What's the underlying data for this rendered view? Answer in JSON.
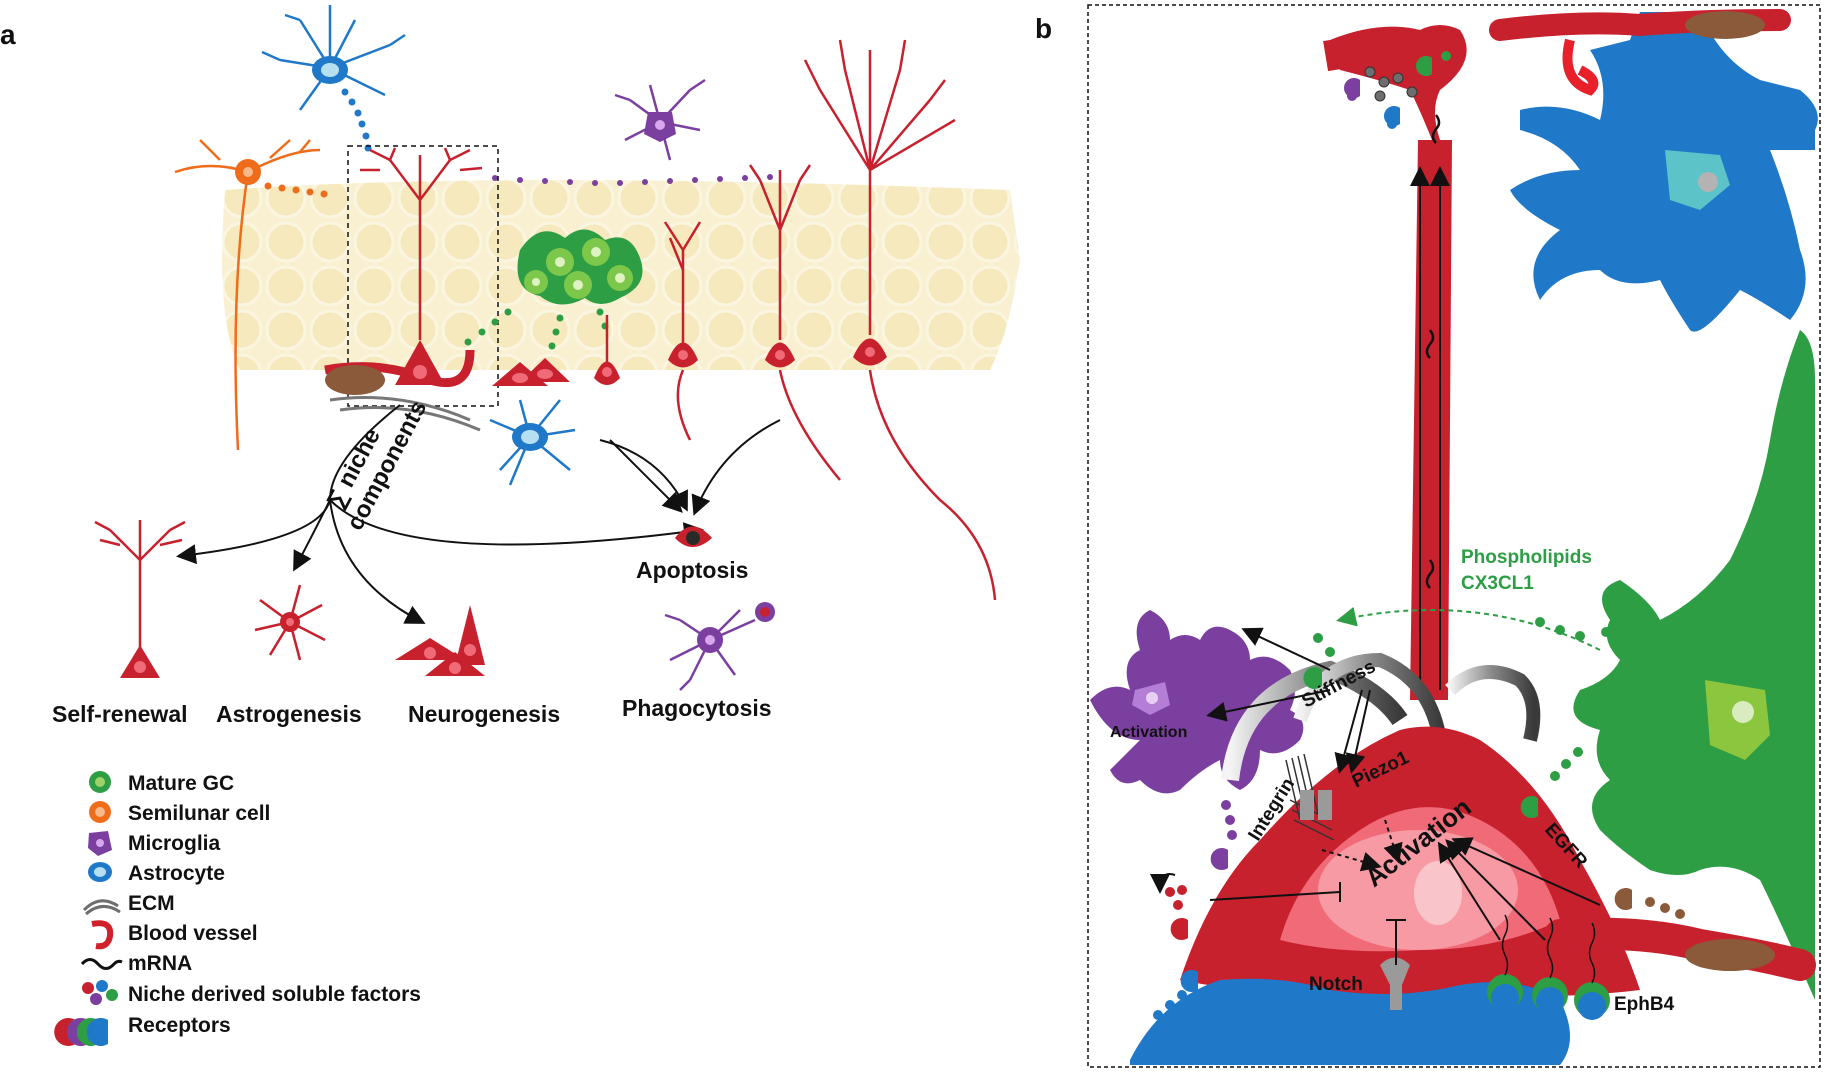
{
  "panels": {
    "a": "a",
    "b": "b"
  },
  "panel_a": {
    "niche_label_line1": "∑ niche",
    "niche_label_line2": "components",
    "outcomes": {
      "self_renewal": "Self-renewal",
      "astrogenesis": "Astrogenesis",
      "neurogenesis": "Neurogenesis",
      "apoptosis": "Apoptosis",
      "phagocytosis": "Phagocytosis"
    },
    "legend": [
      {
        "icon": "mature-gc-icon",
        "label": "Mature GC",
        "color": "#2e9e45"
      },
      {
        "icon": "semilunar-cell-icon",
        "label": "Semilunar cell",
        "color": "#ef6c1a"
      },
      {
        "icon": "microglia-icon",
        "label": "Microglia",
        "color": "#7b3fa0"
      },
      {
        "icon": "astrocyte-icon",
        "label": "Astrocyte",
        "color": "#1f78c8"
      },
      {
        "icon": "ecm-icon",
        "label": "ECM",
        "color": "#6e6e6e"
      },
      {
        "icon": "blood-vessel-icon",
        "label": "Blood vessel",
        "color": "#d0202a"
      },
      {
        "icon": "mrna-icon",
        "label": "mRNA",
        "color": "#111111"
      },
      {
        "icon": "soluble-factors-icon",
        "label": "Niche derived soluble factors",
        "color": "#1f78c8"
      },
      {
        "icon": "receptors-icon",
        "label": "Receptors",
        "color": "#2e9e45"
      }
    ]
  },
  "panel_b": {
    "phospholipids": "Phospholipids",
    "cx3cl1": "CX3CL1",
    "stiffness": "Stiffness",
    "piezo1": "Piezo1",
    "integrin": "Integrin",
    "activation_microglia": "Activation",
    "activation_center": "Activation",
    "egfr": "EGFR",
    "notch": "Notch",
    "ephb4": "EphB4"
  },
  "colors": {
    "neuron_red": "#c8212e",
    "neuron_light": "#f06a78",
    "gc_green": "#2e9e45",
    "astro_blue": "#1f78c8",
    "microglia_purple": "#7b3fa0",
    "semilunar_orange": "#ef6c1a",
    "tissue_cream": "#f6ecc2"
  }
}
